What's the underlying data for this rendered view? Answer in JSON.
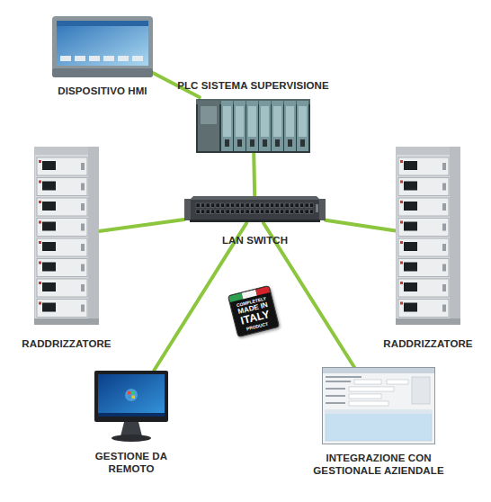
{
  "diagram": {
    "nodes": [
      {
        "text": [
          "DISPOSITIVO HMI"
        ]
      },
      {
        "text": [
          "PLC SISTEMA SUPERVISIONE"
        ]
      },
      {
        "text": [
          "RADDRIZZATORE"
        ]
      },
      {
        "text": [
          "LAN SWITCH"
        ]
      },
      {
        "text": [
          "RADDRIZZATORE"
        ]
      },
      {
        "text": [
          "COMPLETELY",
          "MADE IN",
          "ITALY",
          "PRODUCT"
        ]
      },
      {
        "text": [
          "GESTIONE DA REMOTO"
        ]
      },
      {
        "text": [
          "INTEGRAZIONE CON GESTIONALE AZIENDALE"
        ]
      }
    ],
    "edges": [
      {
        "from": 0,
        "to": 1,
        "arrow": "none"
      },
      {
        "from": 1,
        "to": 3,
        "arrow": "none"
      },
      {
        "from": 2,
        "to": 3,
        "arrow": "none"
      },
      {
        "from": 4,
        "to": 3,
        "arrow": "none"
      },
      {
        "from": 3,
        "to": 6,
        "arrow": "none"
      },
      {
        "from": 3,
        "to": 7,
        "arrow": "none"
      }
    ]
  }
}
